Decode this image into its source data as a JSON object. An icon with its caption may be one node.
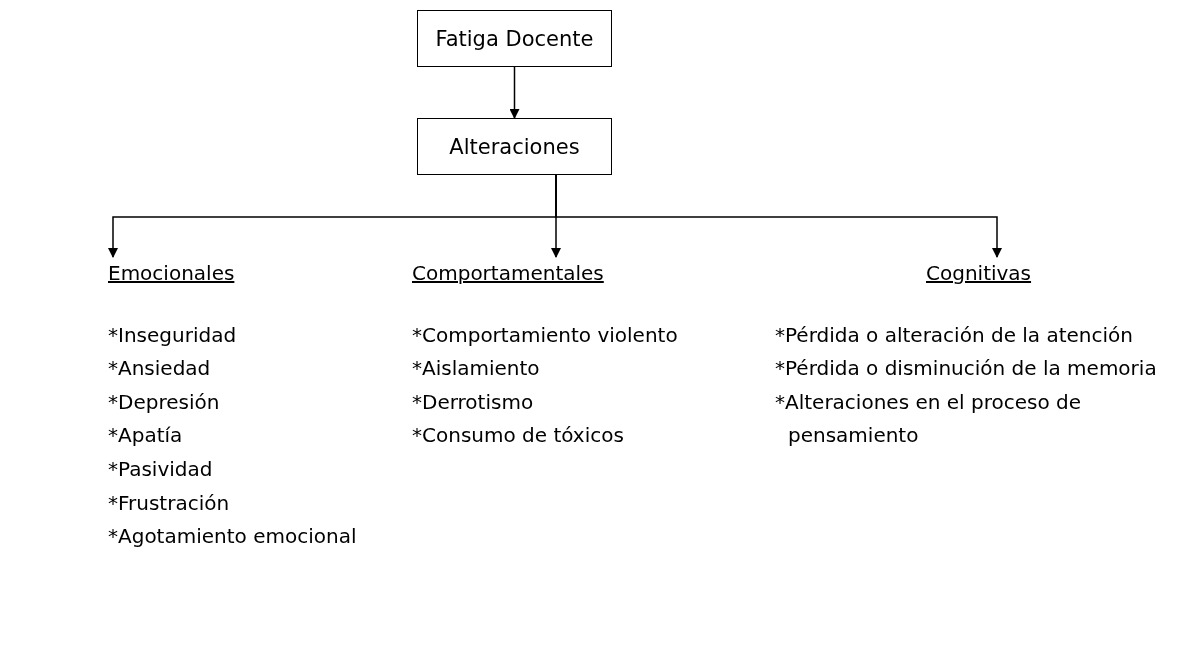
{
  "diagram": {
    "nodes": [
      {
        "text": [
          "Fatiga Docente"
        ]
      },
      {
        "text": [
          "Alteraciones"
        ]
      },
      {
        "text": [
          "Emocionales",
          "*Inseguridad",
          "*Ansiedad",
          "*Depresión",
          "*Apatía",
          "*Pasividad",
          "*Frustración",
          "*Agotamiento emocional"
        ]
      },
      {
        "text": [
          "Comportamentales",
          "*Comportamiento violento",
          "*Aislamiento",
          "*Derrotismo",
          "*Consumo de tóxicos"
        ]
      },
      {
        "text": [
          "Cognitivas",
          "*Pérdida o alteración de la atención",
          "*Pérdida o disminución de la memoria",
          "*Alteraciones en el proceso de pensamiento"
        ]
      }
    ],
    "edges": [
      {
        "from": 0,
        "to": 1,
        "arrow": "to"
      },
      {
        "from": 1,
        "to": 2,
        "arrow": "to"
      },
      {
        "from": 1,
        "to": 3,
        "arrow": "to"
      },
      {
        "from": 1,
        "to": 4,
        "arrow": "to"
      }
    ]
  }
}
